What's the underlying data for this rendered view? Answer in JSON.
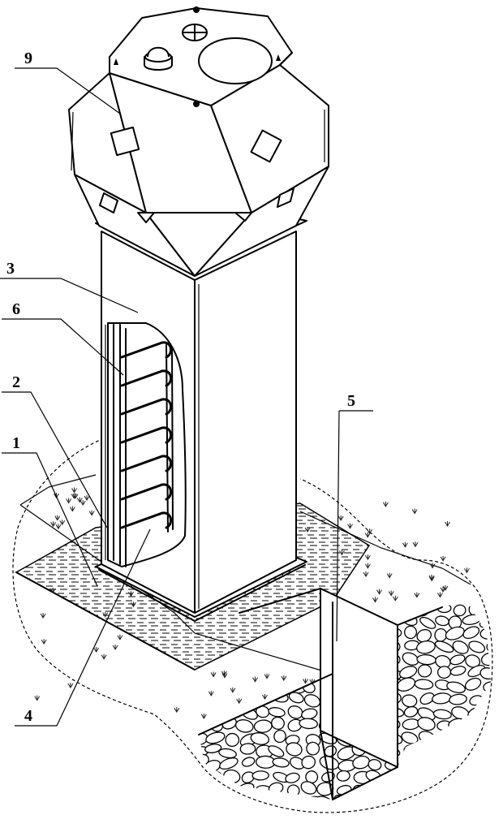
{
  "callouts": [
    {
      "id": "9",
      "label": "9"
    },
    {
      "id": "3",
      "label": "3"
    },
    {
      "id": "6",
      "label": "6"
    },
    {
      "id": "2",
      "label": "2"
    },
    {
      "id": "1",
      "label": "1"
    },
    {
      "id": "5",
      "label": "5"
    },
    {
      "id": "4",
      "label": "4"
    }
  ],
  "colors": {
    "line": "#000000",
    "background": "#ffffff"
  }
}
